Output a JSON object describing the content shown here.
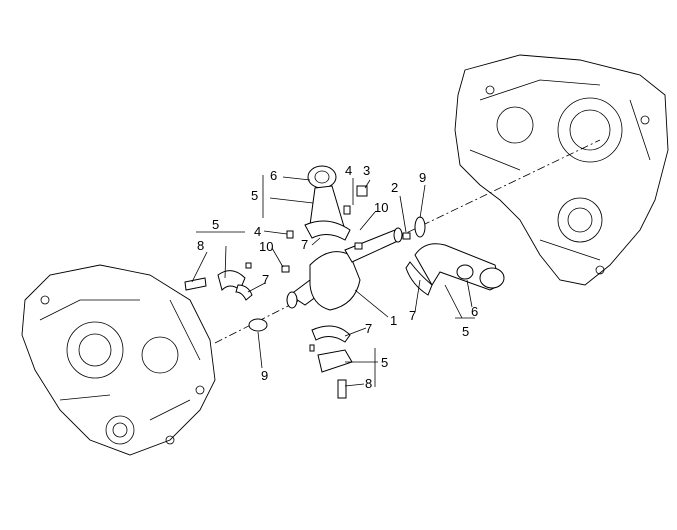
{
  "diagram": {
    "type": "exploded-parts-view",
    "labels": {
      "l1": "1",
      "l2": "2",
      "l3": "3",
      "l4a": "4",
      "l4b": "4",
      "l5a": "5",
      "l5b": "5",
      "l5c": "5",
      "l5d": "5",
      "l6a": "6",
      "l6b": "6",
      "l7a": "7",
      "l7b": "7",
      "l7c": "7",
      "l7d": "7",
      "l8a": "8",
      "l8b": "8",
      "l9a": "9",
      "l9b": "9",
      "l10a": "10",
      "l10b": "10"
    }
  }
}
